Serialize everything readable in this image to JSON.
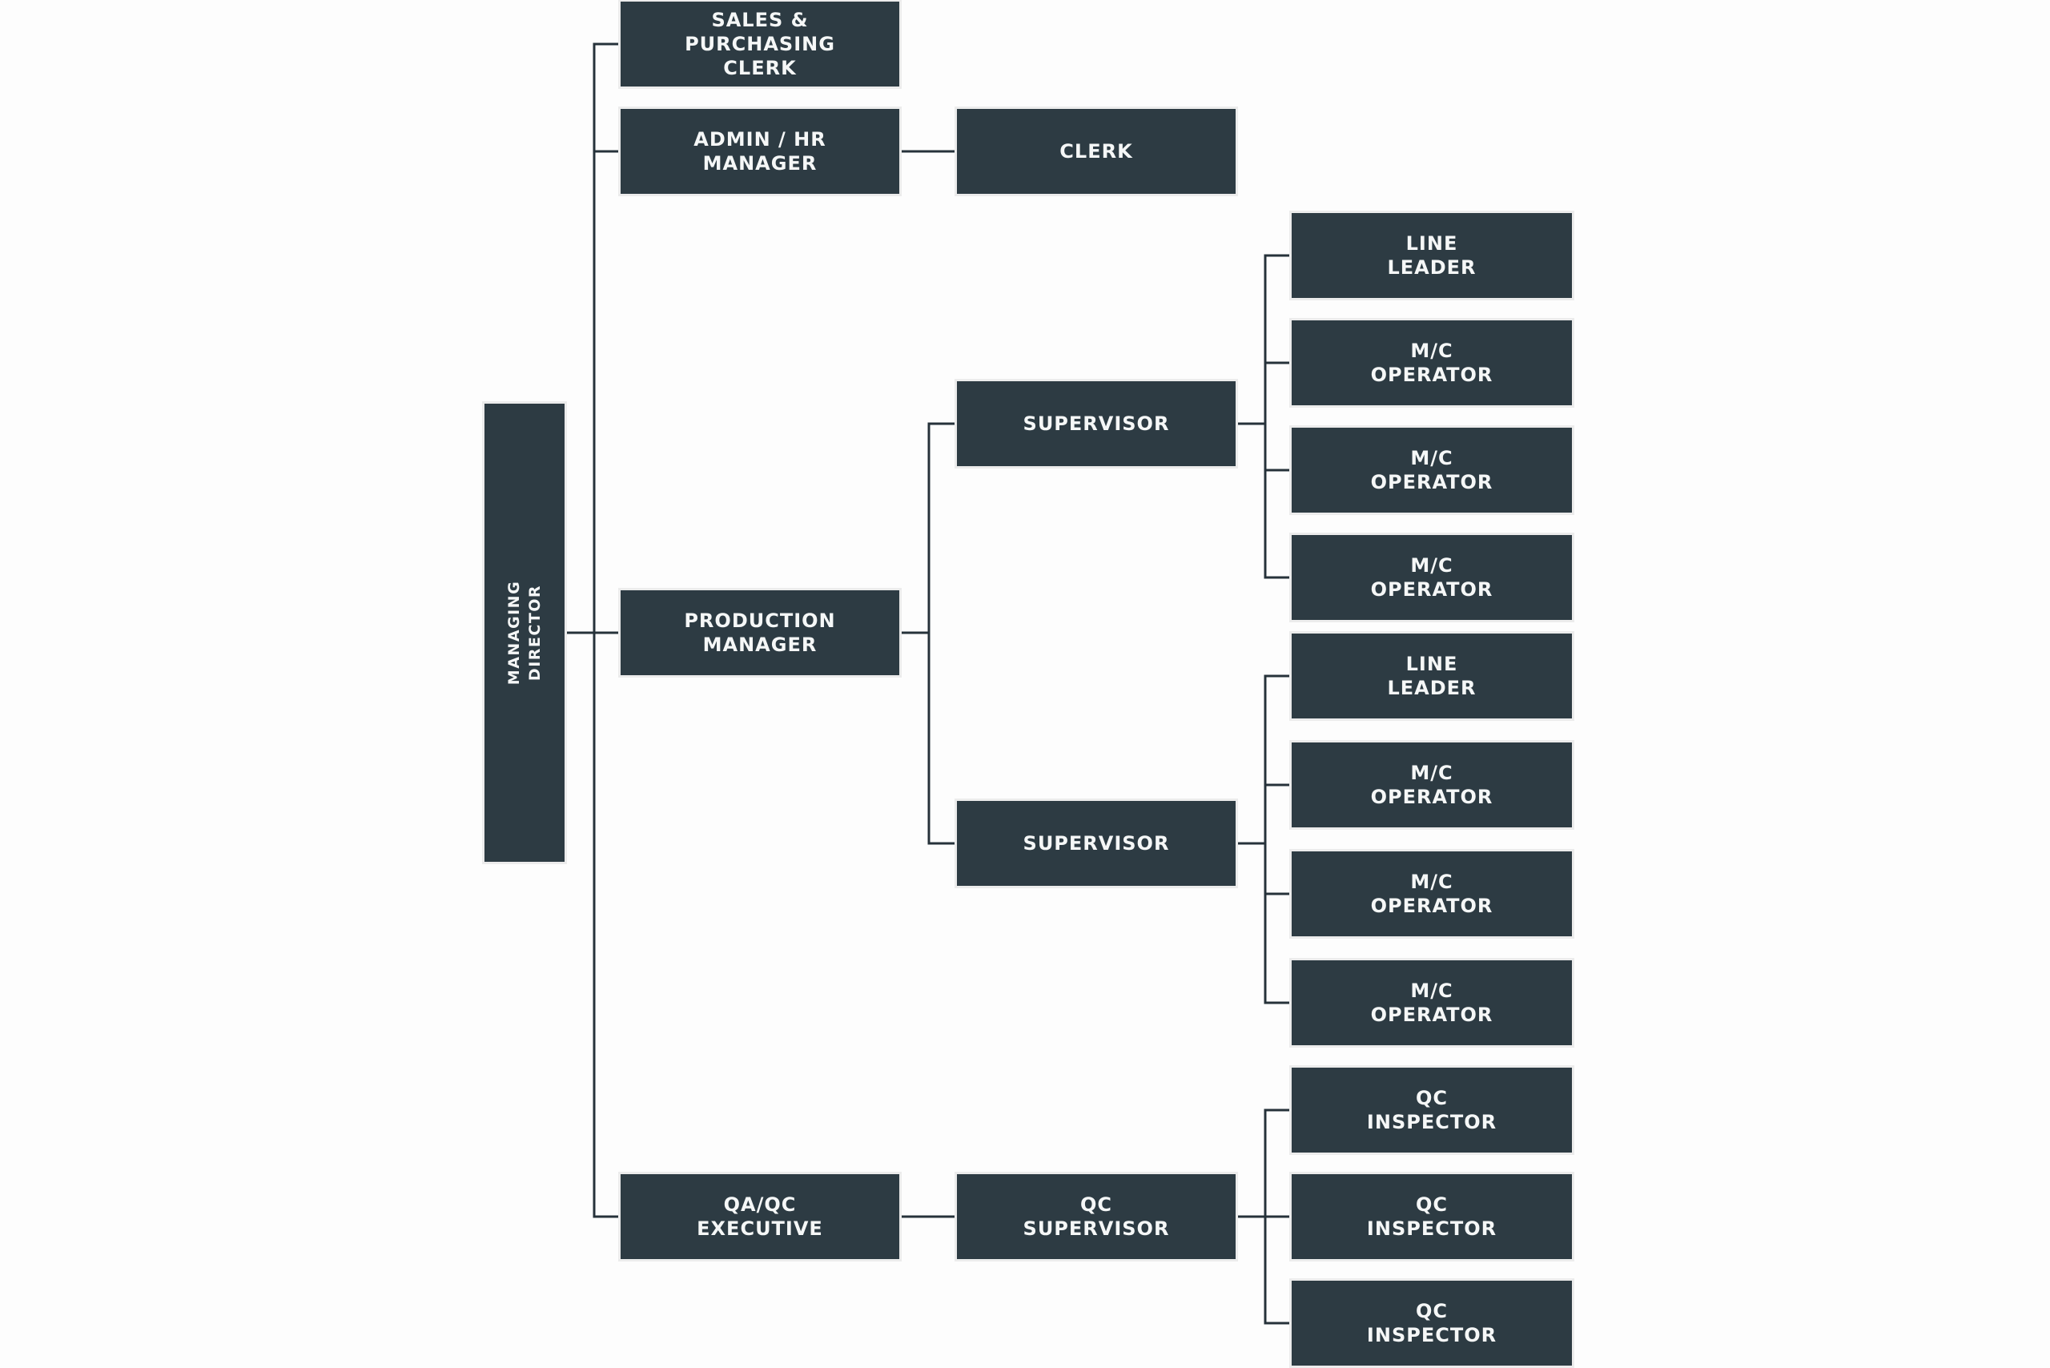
{
  "diagram": {
    "type": "org-chart",
    "colors": {
      "background": "#fdfdfd",
      "node_fill": "#2d3b43",
      "node_border": "#ececec",
      "node_text": "#f5f7f7",
      "connector": "#26323a"
    },
    "nodes": [
      {
        "id": "managing-director",
        "label": "MANAGING\nDIRECTOR",
        "orientation": "vertical",
        "reports_to": null
      },
      {
        "id": "sales-purchasing-clerk",
        "label": "SALES &\nPURCHASING\nCLERK",
        "orientation": "horizontal",
        "reports_to": "managing-director"
      },
      {
        "id": "admin-hr-manager",
        "label": "ADMIN / HR\nMANAGER",
        "orientation": "horizontal",
        "reports_to": "managing-director"
      },
      {
        "id": "clerk",
        "label": "CLERK",
        "orientation": "horizontal",
        "reports_to": "admin-hr-manager"
      },
      {
        "id": "production-manager",
        "label": "PRODUCTION\nMANAGER",
        "orientation": "horizontal",
        "reports_to": "managing-director"
      },
      {
        "id": "supervisor-1",
        "label": "SUPERVISOR",
        "orientation": "horizontal",
        "reports_to": "production-manager"
      },
      {
        "id": "line-leader-1",
        "label": "LINE\nLEADER",
        "orientation": "horizontal",
        "reports_to": "supervisor-1"
      },
      {
        "id": "mc-operator-1a",
        "label": "M/C\nOPERATOR",
        "orientation": "horizontal",
        "reports_to": "supervisor-1"
      },
      {
        "id": "mc-operator-1b",
        "label": "M/C\nOPERATOR",
        "orientation": "horizontal",
        "reports_to": "supervisor-1"
      },
      {
        "id": "mc-operator-1c",
        "label": "M/C\nOPERATOR",
        "orientation": "horizontal",
        "reports_to": "supervisor-1"
      },
      {
        "id": "supervisor-2",
        "label": "SUPERVISOR",
        "orientation": "horizontal",
        "reports_to": "production-manager"
      },
      {
        "id": "line-leader-2",
        "label": "LINE\nLEADER",
        "orientation": "horizontal",
        "reports_to": "supervisor-2"
      },
      {
        "id": "mc-operator-2a",
        "label": "M/C\nOPERATOR",
        "orientation": "horizontal",
        "reports_to": "supervisor-2"
      },
      {
        "id": "mc-operator-2b",
        "label": "M/C\nOPERATOR",
        "orientation": "horizontal",
        "reports_to": "supervisor-2"
      },
      {
        "id": "mc-operator-2c",
        "label": "M/C\nOPERATOR",
        "orientation": "horizontal",
        "reports_to": "supervisor-2"
      },
      {
        "id": "qa-qc-executive",
        "label": "QA/QC\nEXECUTIVE",
        "orientation": "horizontal",
        "reports_to": "managing-director"
      },
      {
        "id": "qc-supervisor",
        "label": "QC\nSUPERVISOR",
        "orientation": "horizontal",
        "reports_to": "qa-qc-executive"
      },
      {
        "id": "qc-inspector-1",
        "label": "QC\nINSPECTOR",
        "orientation": "horizontal",
        "reports_to": "qc-supervisor"
      },
      {
        "id": "qc-inspector-2",
        "label": "QC\nINSPECTOR",
        "orientation": "horizontal",
        "reports_to": "qc-supervisor"
      },
      {
        "id": "qc-inspector-3",
        "label": "QC\nINSPECTOR",
        "orientation": "horizontal",
        "reports_to": "qc-supervisor"
      }
    ]
  }
}
